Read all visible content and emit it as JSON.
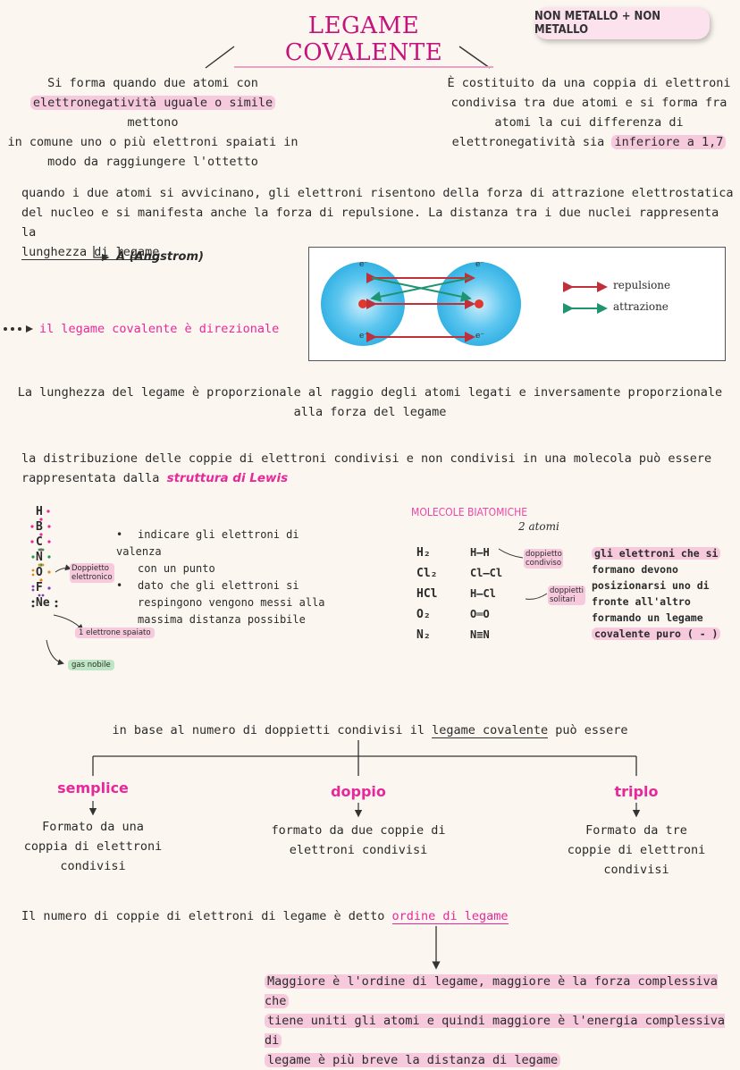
{
  "title": "LEGAME COVALENTE",
  "badge": "NON METALLO + NON METALLO",
  "left_def": {
    "line1": "Si forma quando due atomi con",
    "highlight": "elettronegatività uguale o simile",
    "line2_rest": " mettono",
    "line3": "in comune uno o più elettroni spaiati in",
    "line4": "modo da raggiungere l'ottetto"
  },
  "right_def": {
    "line1": "È costituito da una coppia di elettroni",
    "line2": "condivisa tra due atomi e si forma fra",
    "line3": "atomi la cui differenza di",
    "line4_pre": "elettronegatività sia ",
    "highlight": "inferiore a 1,7"
  },
  "para1": {
    "line1": "quando i due atomi si avvicinano, gli elettroni risentono della forza di attrazione elettrostatica",
    "line2": "del nucleo e si manifesta anche la forza di repulsione. La distanza tra i due nuclei rappresenta la",
    "underlined": "lunghezza di legame",
    "unit": "Å (Angstrom)"
  },
  "directional": "il legame covalente è direzionale",
  "figure": {
    "electron": "e⁻",
    "legend_repulsion": "repulsione",
    "legend_attraction": "attrazione",
    "repulsion_color": "#c0303b",
    "attraction_color": "#1f9470"
  },
  "para2": {
    "line1": "La lunghezza del legame è proporzionale al raggio degli atomi legati e inversamente proporzionale",
    "line2": "alla forza del legame"
  },
  "para3": {
    "line1": "la distribuzione delle coppie di elettroni condivisi e non condivisi in una molecola può essere",
    "line2_pre": "rappresentata dalla ",
    "emph": "struttura di Lewis"
  },
  "lewis_symbols": [
    "H",
    "B",
    "C",
    "N",
    "O",
    "F",
    "Ne"
  ],
  "lewis_notes": {
    "doppietto": "Doppietto elettronico",
    "spaiato": "1 elettrone spaiato",
    "gas": "gas nobile"
  },
  "lewis_bullets": [
    "indicare gli elettroni di valenza",
    "con un punto",
    "dato che gli elettroni si",
    "respingono vengono messi alla",
    "massima distanza possibile"
  ],
  "biatomic": {
    "heading": "MOLECOLE BIATOMICHE",
    "sub": "2 atomi",
    "formulas": [
      "H₂",
      "Cl₂",
      "HCl",
      "O₂",
      "N₂"
    ],
    "structures": [
      "H—H",
      "Cl—Cl",
      "H—Cl",
      "O═O",
      "N≡N"
    ],
    "note_doppietto": "doppietto condiviso",
    "note_solitari": "doppietti solitari",
    "side": [
      "gli elettroni che si",
      "formano devono",
      "posizionarsi uno di",
      "fronte all'altro",
      "formando un legame",
      "covalente puro ( - )"
    ]
  },
  "types": {
    "intro_pre": "in base al numero di doppietti condivisi il ",
    "intro_ul": "legame covalente",
    "intro_post": " può essere",
    "semplice": {
      "name": "semplice",
      "desc": [
        "Formato da una",
        "coppia di elettroni",
        "condivisi"
      ]
    },
    "doppio": {
      "name": "doppio",
      "desc": [
        "formato da due coppie di",
        "elettroni condivisi"
      ]
    },
    "triplo": {
      "name": "triplo",
      "desc": [
        "Formato da tre",
        "coppie di elettroni",
        "condivisi"
      ]
    }
  },
  "order": {
    "pre": "Il numero di coppie di elettroni di legame è detto ",
    "term": "ordine di legame",
    "l1": "Maggiore è l'ordine di legame, maggiore è la forza complessiva che",
    "l2": "tiene uniti gli atomi e quindi maggiore è l'energia complessiva di",
    "l3": "legame è più breve la distanza di legame"
  }
}
